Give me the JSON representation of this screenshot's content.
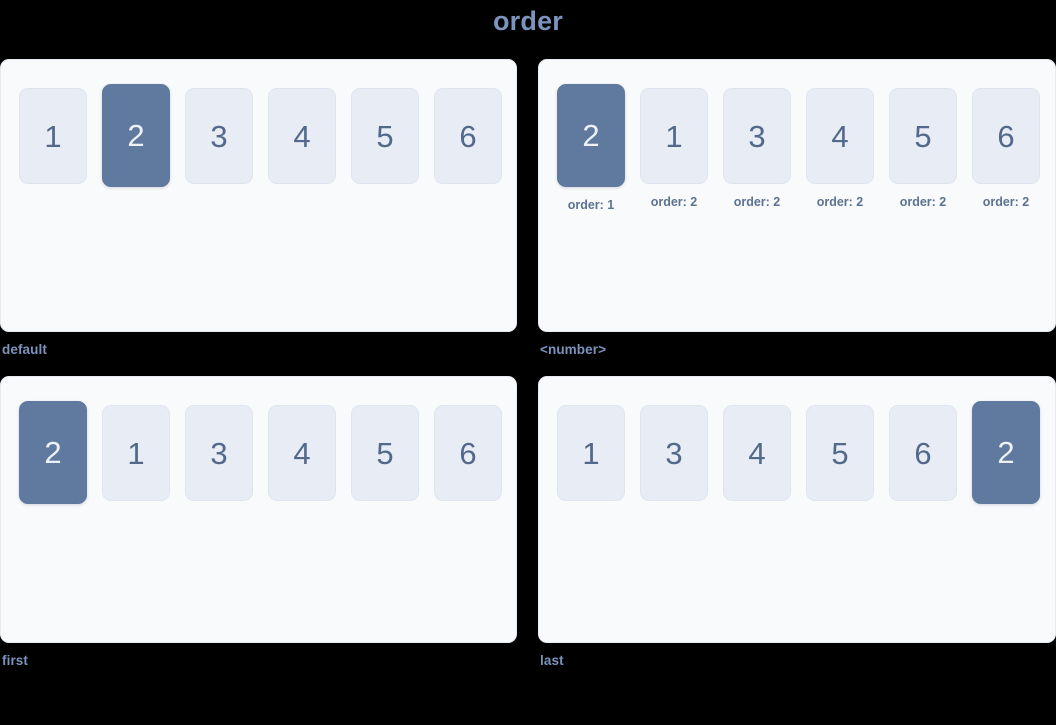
{
  "page": {
    "title": "order",
    "background_color": "#000000",
    "accent_color": "#7b94bd",
    "highlight_color": "#5f7a9e",
    "cell_color": "#e8ecf4",
    "panel_color": "#f9fafc"
  },
  "panels": [
    {
      "caption": "default",
      "show_order_notes": false,
      "items": [
        {
          "label": "1",
          "highlight": false,
          "order_note": ""
        },
        {
          "label": "2",
          "highlight": true,
          "order_note": ""
        },
        {
          "label": "3",
          "highlight": false,
          "order_note": ""
        },
        {
          "label": "4",
          "highlight": false,
          "order_note": ""
        },
        {
          "label": "5",
          "highlight": false,
          "order_note": ""
        },
        {
          "label": "6",
          "highlight": false,
          "order_note": ""
        }
      ]
    },
    {
      "caption": "<number>",
      "show_order_notes": true,
      "items": [
        {
          "label": "2",
          "highlight": true,
          "order_note": "order: 1"
        },
        {
          "label": "1",
          "highlight": false,
          "order_note": "order: 2"
        },
        {
          "label": "3",
          "highlight": false,
          "order_note": "order: 2"
        },
        {
          "label": "4",
          "highlight": false,
          "order_note": "order: 2"
        },
        {
          "label": "5",
          "highlight": false,
          "order_note": "order: 2"
        },
        {
          "label": "6",
          "highlight": false,
          "order_note": "order: 2"
        }
      ]
    },
    {
      "caption": "first",
      "show_order_notes": false,
      "items": [
        {
          "label": "2",
          "highlight": true,
          "order_note": ""
        },
        {
          "label": "1",
          "highlight": false,
          "order_note": ""
        },
        {
          "label": "3",
          "highlight": false,
          "order_note": ""
        },
        {
          "label": "4",
          "highlight": false,
          "order_note": ""
        },
        {
          "label": "5",
          "highlight": false,
          "order_note": ""
        },
        {
          "label": "6",
          "highlight": false,
          "order_note": ""
        }
      ]
    },
    {
      "caption": "last",
      "show_order_notes": false,
      "items": [
        {
          "label": "1",
          "highlight": false,
          "order_note": ""
        },
        {
          "label": "3",
          "highlight": false,
          "order_note": ""
        },
        {
          "label": "4",
          "highlight": false,
          "order_note": ""
        },
        {
          "label": "5",
          "highlight": false,
          "order_note": ""
        },
        {
          "label": "6",
          "highlight": false,
          "order_note": ""
        },
        {
          "label": "2",
          "highlight": true,
          "order_note": ""
        }
      ]
    }
  ]
}
